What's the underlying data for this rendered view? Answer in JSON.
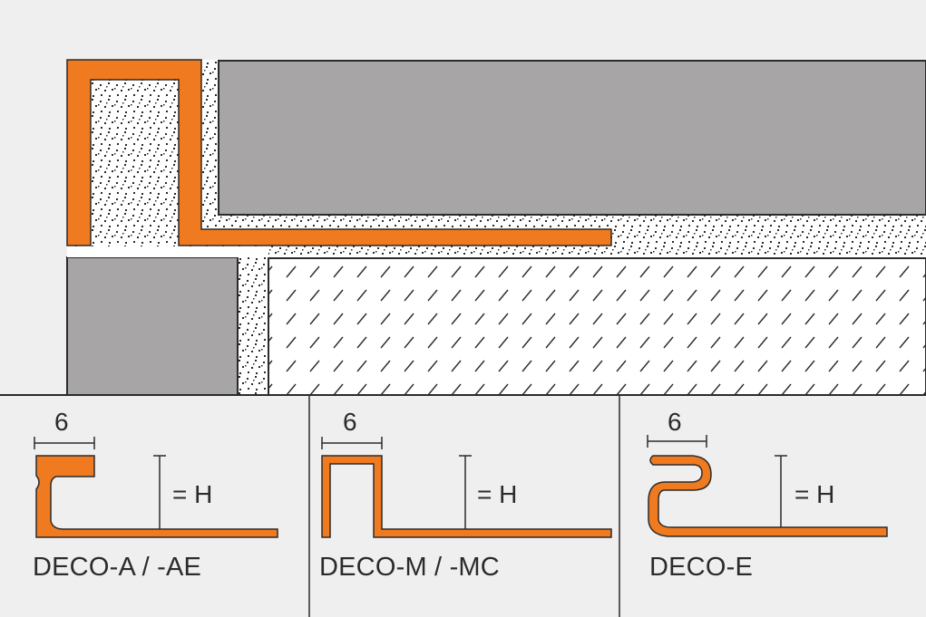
{
  "colors": {
    "background": "#efefef",
    "profile_orange": "#f07a20",
    "profile_outline": "#2b2b2b",
    "tile_gray": "#a7a5a6",
    "adhesive_bg": "#ffffff",
    "line": "#2b2b2b"
  },
  "profiles": [
    {
      "name": "DECO-A / -AE",
      "width_label": "6",
      "height_label": "= H"
    },
    {
      "name": "DECO-M / -MC",
      "width_label": "6",
      "height_label": "= H"
    },
    {
      "name": "DECO-E",
      "width_label": "6",
      "height_label": "= H"
    }
  ]
}
